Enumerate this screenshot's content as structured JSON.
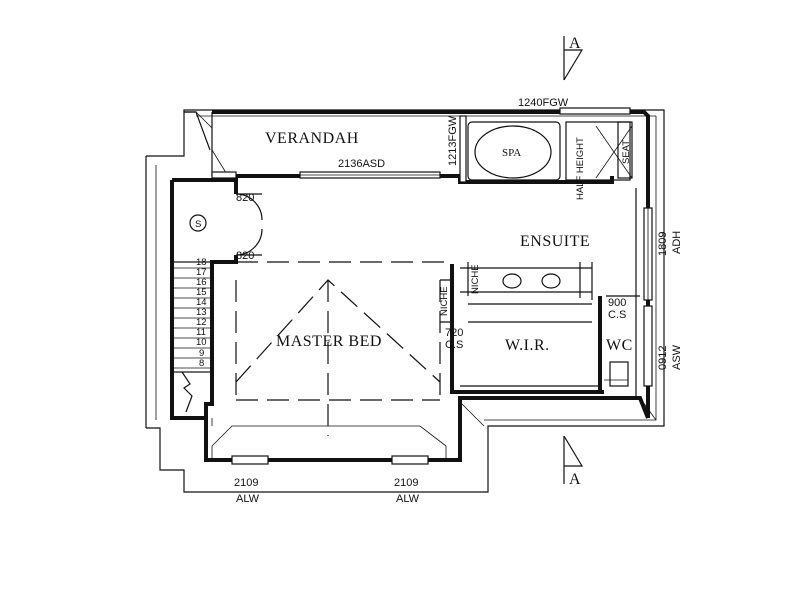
{
  "rooms": {
    "verandah": "VERANDAH",
    "master_bed": "MASTER BED",
    "ensuite": "ENSUITE",
    "wir": "W.I.R.",
    "wc": "WC",
    "spa": "SPA"
  },
  "labels": {
    "half_height": "HALF HEIGHT",
    "seat": "SEAT",
    "niche_left": "NICHE",
    "niche_right": "NICHE",
    "stair_marker": "S"
  },
  "windows": {
    "w_1240fgw": "1240FGW",
    "w_1213fgw": "1213FGW",
    "w_2136asd": "2136ASD",
    "w_1809_size": "1809",
    "w_1809_type": "ADH",
    "w_0912_size": "0912",
    "w_0912_type": "ASW",
    "w_2109a_size": "2109",
    "w_2109a_type": "ALW",
    "w_2109b_size": "2109",
    "w_2109b_type": "ALW"
  },
  "doors": {
    "d_820_top": "820",
    "d_820_bottom": "820"
  },
  "cabinets": {
    "cs_720_size": "720",
    "cs_720_type": "C.S",
    "cs_900_size": "900",
    "cs_900_type": "C.S"
  },
  "section": {
    "marker_top": "A",
    "marker_bottom": "A"
  },
  "stair_steps": [
    "18",
    "17",
    "16",
    "15",
    "14",
    "13",
    "12",
    "11",
    "10",
    "9",
    "8"
  ]
}
